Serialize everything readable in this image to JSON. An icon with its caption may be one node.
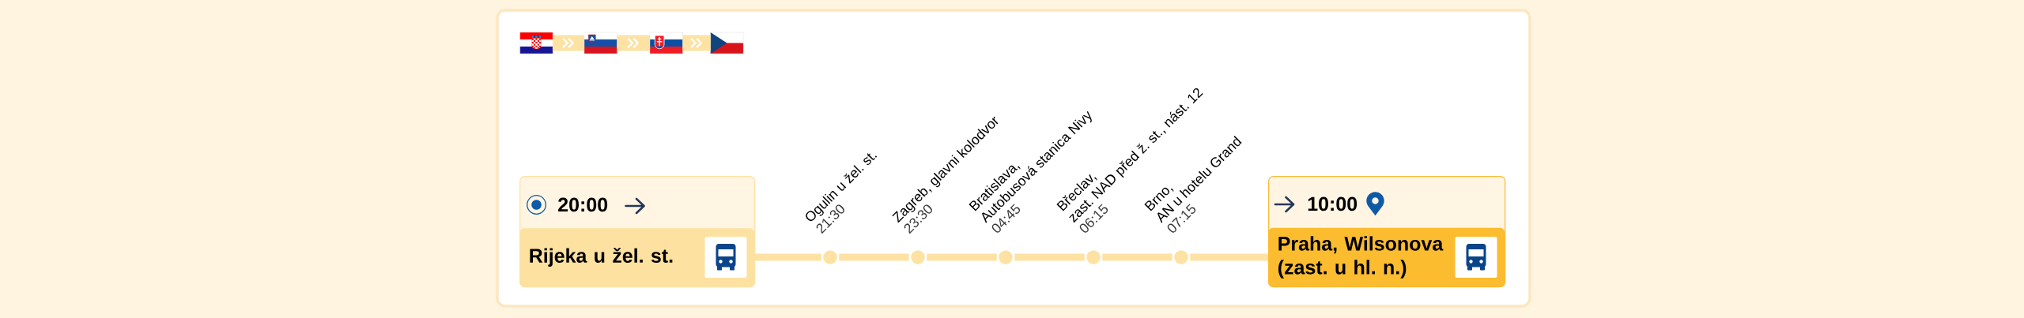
{
  "diagram": {
    "nodes": [
      {
        "text": [],
        "shape": "picture"
      },
      {
        "text": [],
        "shape": "picture"
      },
      {
        "text": [],
        "shape": "picture"
      },
      {
        "text": [],
        "shape": "picture"
      },
      {
        "text": [
          "20:00"
        ]
      },
      {
        "text": [
          "Rijeka u žel. st."
        ],
        "in": 4
      },
      {
        "text": [],
        "shape": "circle",
        "beside": [
          "Ogulin u žel. st.",
          "21:30"
        ]
      },
      {
        "text": [],
        "shape": "circle",
        "beside": [
          "Zagreb, glavni kolodvor",
          "23:30"
        ]
      },
      {
        "text": [],
        "shape": "circle",
        "beside": [
          "Bratislava,",
          "Autobusová stanica Nivy",
          "04:45"
        ]
      },
      {
        "text": [],
        "shape": "circle",
        "beside": [
          "Břeclav,",
          "zast. NAD před ž. st., nást. 12",
          "06:15"
        ]
      },
      {
        "text": [],
        "shape": "circle",
        "beside": [
          "Brno,",
          "AN u hotelu Grand",
          "07:15"
        ]
      },
      {
        "text": [
          "10:00"
        ]
      },
      {
        "text": [
          "Praha, Wilsonova (zast. u hl. n.)"
        ],
        "in": 11
      }
    ],
    "edges": [
      {
        "from": 0,
        "to": 1,
        "arrow": "to",
        "color": "#ffffff"
      },
      {
        "from": 1,
        "to": 2,
        "arrow": "to",
        "color": "#ffffff"
      },
      {
        "from": 2,
        "to": 3,
        "arrow": "to",
        "color": "#ffffff"
      },
      {
        "from": 5,
        "to": 6,
        "arrow": "none"
      },
      {
        "from": 6,
        "to": 7,
        "arrow": "none"
      },
      {
        "from": 7,
        "to": 8,
        "arrow": "none"
      },
      {
        "from": 8,
        "to": 9,
        "arrow": "none"
      },
      {
        "from": 9,
        "to": 10,
        "arrow": "none"
      },
      {
        "from": 10,
        "to": 12,
        "arrow": "none"
      }
    ]
  }
}
